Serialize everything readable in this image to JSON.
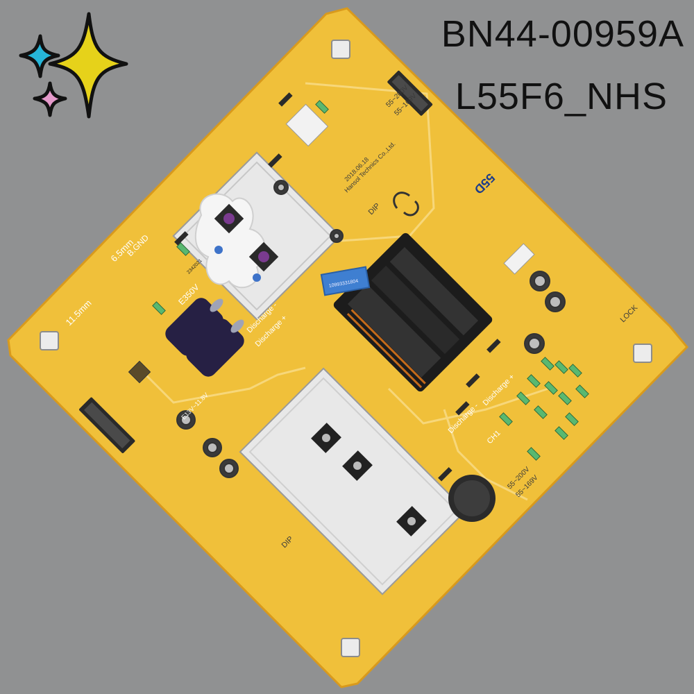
{
  "image": {
    "part_number": "BN44-00959A",
    "model_code": "L55F6_NHS"
  },
  "board": {
    "size_label": "55D",
    "warnings": {
      "discharge_minus": "Discharge -",
      "discharge_plus": "Discharge +",
      "discharge_minus_2": "Discharge -",
      "discharge_plus_2": "Discharge +"
    },
    "labels": {
      "gnd": "B.GND",
      "dim_65": "6.5mm",
      "dim_115": "11.5mm",
      "cap_voltage": "E350V",
      "dip_1": "DIP",
      "dip_2": "DIP",
      "lock": "LOCK",
      "ch1": "CH1",
      "voltage_a": "55~200V",
      "voltage_b": "55~169V",
      "voltage_c": "55~200V",
      "voltage_d": "55~169V",
      "voltage_e": "E13V~11.8V",
      "date": "2018.06.18",
      "maker": "Hansol Technics Co.,Ltd."
    },
    "transformer_labels": [
      "10993331804",
      "2342021"
    ]
  },
  "colors": {
    "background": "#909192",
    "board": "#f0c03a",
    "board_edge": "#d99a1c",
    "heatsink": "#e8e8e8",
    "transformer": "#1c1c1c",
    "capacitor": "#262044",
    "star_yellow": "#e6d21a",
    "star_cyan": "#26b5d8",
    "star_pink": "#e59acb"
  },
  "icons": {
    "sparkle": "sparkle-stars-icon",
    "samsung": "samsung-logo-icon"
  }
}
